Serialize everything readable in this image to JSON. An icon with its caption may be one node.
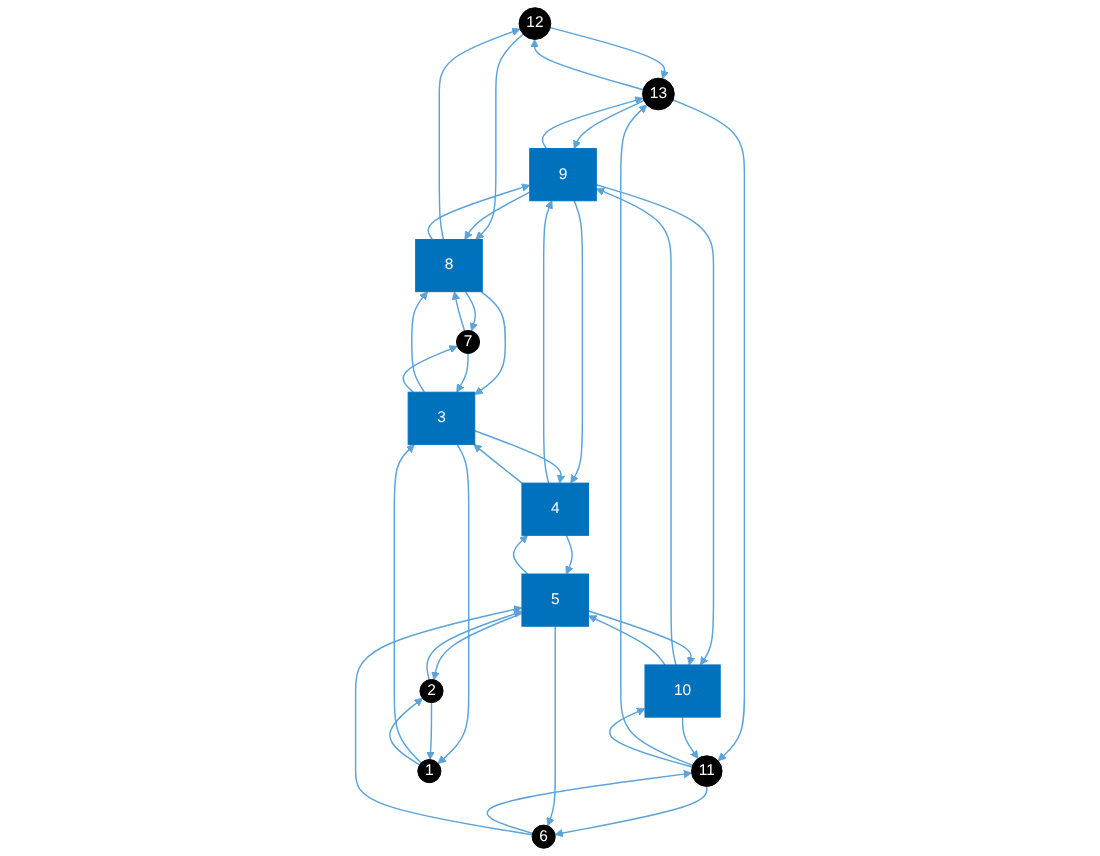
{
  "diagram": {
    "nodes": [
      {
        "text": [
          "12"
        ]
      },
      {
        "text": [
          "13"
        ]
      },
      {
        "text": [
          "8"
        ]
      },
      {
        "text": [
          "9"
        ]
      },
      {
        "text": [
          "10"
        ]
      },
      {
        "text": [
          "11"
        ]
      },
      {
        "text": [
          "7"
        ]
      },
      {
        "text": [
          "3"
        ]
      },
      {
        "text": [
          "4"
        ]
      },
      {
        "text": [
          "5"
        ]
      },
      {
        "text": [
          "6"
        ]
      },
      {
        "text": [
          "1"
        ]
      },
      {
        "text": [
          "2"
        ]
      }
    ],
    "edges": [
      {
        "from": 0,
        "to": 1,
        "arrow": "to"
      },
      {
        "from": 1,
        "to": 0,
        "arrow": "to"
      },
      {
        "from": 0,
        "to": 2,
        "arrow": "to"
      },
      {
        "from": 2,
        "to": 0,
        "arrow": "to"
      },
      {
        "from": 1,
        "to": 3,
        "arrow": "to"
      },
      {
        "from": 3,
        "to": 1,
        "arrow": "to"
      },
      {
        "from": 1,
        "to": 5,
        "arrow": "to"
      },
      {
        "from": 5,
        "to": 1,
        "arrow": "to"
      },
      {
        "from": 2,
        "to": 3,
        "arrow": "to"
      },
      {
        "from": 3,
        "to": 2,
        "arrow": "to"
      },
      {
        "from": 3,
        "to": 4,
        "arrow": "to"
      },
      {
        "from": 4,
        "to": 3,
        "arrow": "to"
      },
      {
        "from": 4,
        "to": 5,
        "arrow": "to"
      },
      {
        "from": 5,
        "to": 4,
        "arrow": "to"
      },
      {
        "from": 2,
        "to": 6,
        "arrow": "to"
      },
      {
        "from": 6,
        "to": 2,
        "arrow": "to"
      },
      {
        "from": 2,
        "to": 7,
        "arrow": "to"
      },
      {
        "from": 7,
        "to": 2,
        "arrow": "to"
      },
      {
        "from": 3,
        "to": 8,
        "arrow": "to"
      },
      {
        "from": 8,
        "to": 3,
        "arrow": "to"
      },
      {
        "from": 4,
        "to": 9,
        "arrow": "to"
      },
      {
        "from": 9,
        "to": 4,
        "arrow": "to"
      },
      {
        "from": 5,
        "to": 10,
        "arrow": "to"
      },
      {
        "from": 10,
        "to": 5,
        "arrow": "to"
      },
      {
        "from": 6,
        "to": 7,
        "arrow": "to"
      },
      {
        "from": 7,
        "to": 6,
        "arrow": "to"
      },
      {
        "from": 7,
        "to": 8,
        "arrow": "to"
      },
      {
        "from": 8,
        "to": 7,
        "arrow": "to"
      },
      {
        "from": 8,
        "to": 9,
        "arrow": "to"
      },
      {
        "from": 9,
        "to": 8,
        "arrow": "to"
      },
      {
        "from": 9,
        "to": 10,
        "arrow": "to"
      },
      {
        "from": 10,
        "to": 9,
        "arrow": "to"
      },
      {
        "from": 7,
        "to": 11,
        "arrow": "to"
      },
      {
        "from": 11,
        "to": 7,
        "arrow": "to"
      },
      {
        "from": 9,
        "to": 12,
        "arrow": "to"
      },
      {
        "from": 12,
        "to": 9,
        "arrow": "to"
      },
      {
        "from": 11,
        "to": 12,
        "arrow": "to"
      },
      {
        "from": 12,
        "to": 11,
        "arrow": "to"
      }
    ]
  }
}
